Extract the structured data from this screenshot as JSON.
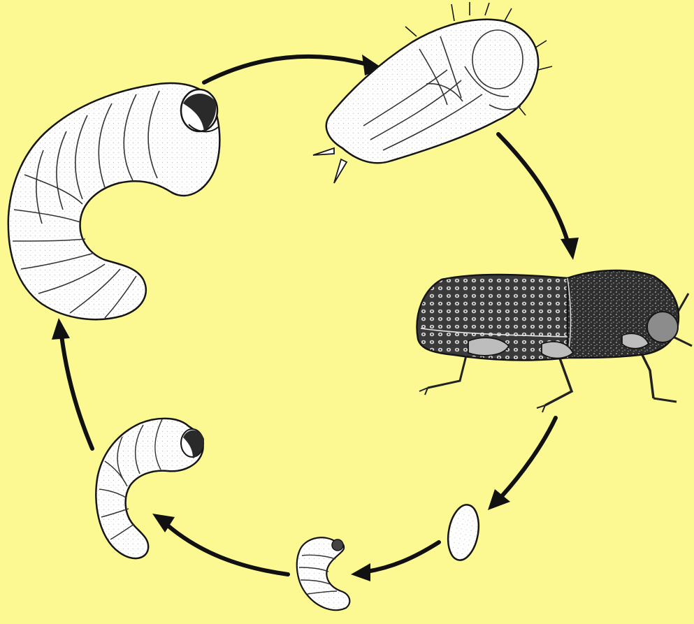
{
  "diagram": {
    "kind": "life-cycle",
    "stages": [
      {
        "id": "mature-larva",
        "icon": "mature-larva-icon"
      },
      {
        "id": "pupa",
        "icon": "pupa-icon"
      },
      {
        "id": "adult-beetle",
        "icon": "beetle-icon"
      },
      {
        "id": "egg",
        "icon": "egg-icon"
      },
      {
        "id": "young-larva",
        "icon": "young-larva-icon"
      },
      {
        "id": "medium-larva",
        "icon": "medium-larva-icon"
      }
    ],
    "cycle_order": [
      "mature-larva",
      "pupa",
      "adult-beetle",
      "egg",
      "young-larva",
      "medium-larva"
    ]
  },
  "colors": {
    "background": "#fdf992",
    "outline": "#151515",
    "body_fill": "#ffffff",
    "beetle_fill": "#3c3c3c",
    "arrow": "#111111"
  }
}
